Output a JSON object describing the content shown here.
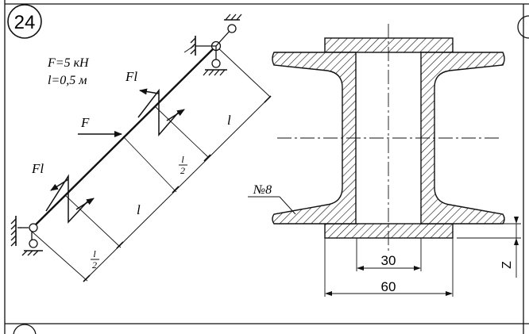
{
  "problem_number": "24",
  "given": {
    "force": "F=5 кН",
    "length": "l=0,5 м"
  },
  "beam_labels": {
    "force": "F",
    "moment_upper": "Fl",
    "moment_lower": "Fl",
    "span_upper": "l",
    "span_lower": "l",
    "half_upper_num": "l",
    "half_upper_den": "2",
    "half_lower_num": "l",
    "half_lower_den": "2"
  },
  "section": {
    "channel_label": "№8",
    "inner_width": "30",
    "outer_width": "60",
    "offset": "Z"
  }
}
